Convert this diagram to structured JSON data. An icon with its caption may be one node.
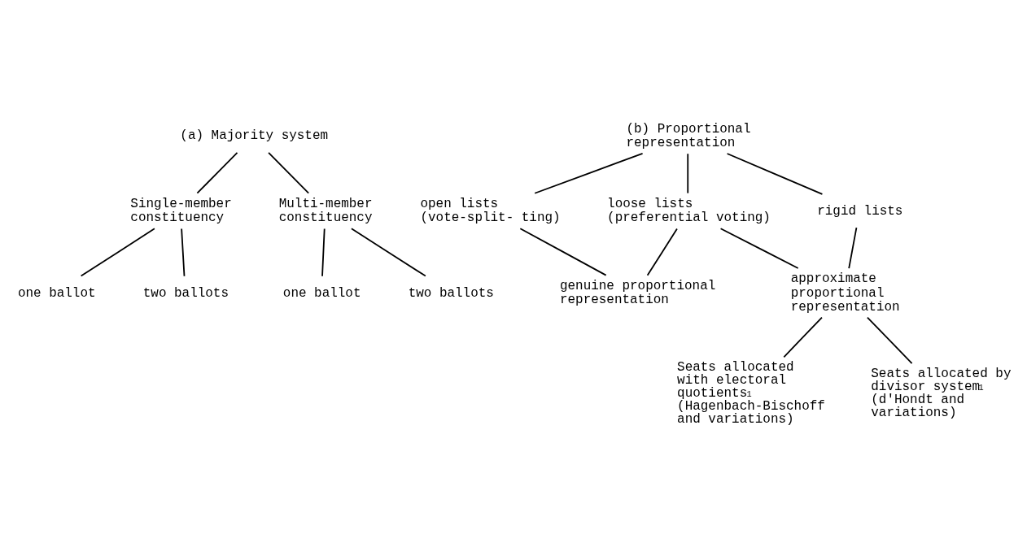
{
  "diagram": {
    "nodes": [
      {
        "text": [
          "(a) Majority system"
        ]
      },
      {
        "text": [
          "Single-member constituency"
        ]
      },
      {
        "text": [
          "Multi-member constituency"
        ]
      },
      {
        "text": [
          "one ballot"
        ]
      },
      {
        "text": [
          "two ballots"
        ]
      },
      {
        "text": [
          "one ballot"
        ]
      },
      {
        "text": [
          "two ballots"
        ]
      },
      {
        "text": [
          "(b) Proportional representation"
        ]
      },
      {
        "text": [
          "open lists (vote-split- ting)"
        ]
      },
      {
        "text": [
          "loose lists (preferential voting)"
        ]
      },
      {
        "text": [
          "rigid lists"
        ]
      },
      {
        "text": [
          "approximate proportional representation"
        ]
      },
      {
        "text": [
          "genuine proportional representation"
        ]
      },
      {
        "text": [
          "Seats allocated with electoral quotients$^{1}$ (Hagenbach-Bischoff and variations)"
        ]
      },
      {
        "text": [
          "Seats allocated by divisor system$^{1}$ (d'Hondt and variations)"
        ]
      }
    ],
    "edges": [
      {
        "from": 0,
        "to": 1,
        "arrow": "none"
      },
      {
        "from": 0,
        "to": 2,
        "arrow": "none"
      },
      {
        "from": 1,
        "to": 3,
        "arrow": "none"
      },
      {
        "from": 1,
        "to": 4,
        "arrow": "none"
      },
      {
        "from": 2,
        "to": 5,
        "arrow": "none"
      },
      {
        "from": 2,
        "to": 6,
        "arrow": "none"
      },
      {
        "from": 7,
        "to": 8,
        "arrow": "none"
      },
      {
        "from": 7,
        "to": 9,
        "arrow": "none"
      },
      {
        "from": 7,
        "to": 10,
        "arrow": "none"
      },
      {
        "from": 8,
        "to": 12,
        "arrow": "none"
      },
      {
        "from": 9,
        "to": 11,
        "arrow": "none"
      },
      {
        "from": 9,
        "to": 12,
        "arrow": "none"
      },
      {
        "from": 10,
        "to": 11,
        "arrow": "none"
      },
      {
        "from": 11,
        "to": 13,
        "arrow": "none"
      },
      {
        "from": 11,
        "to": 14,
        "arrow": "none"
      }
    ]
  }
}
